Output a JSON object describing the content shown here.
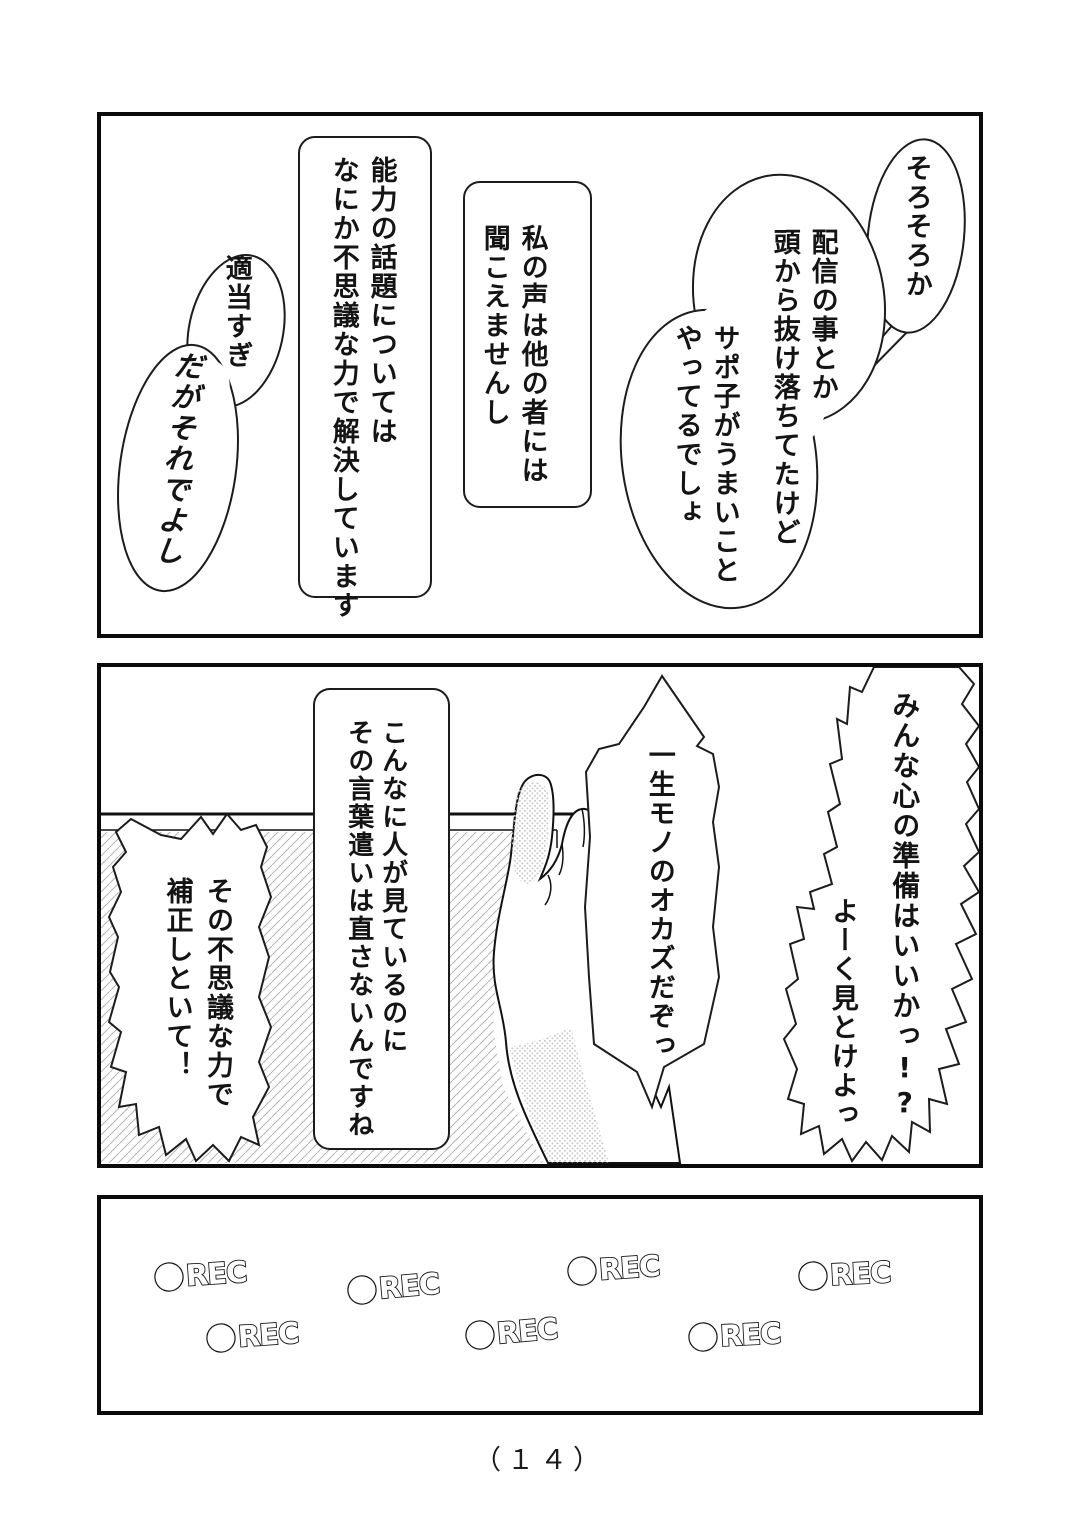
{
  "page": {
    "type_label": "manga-page",
    "page_number": "（１４）"
  },
  "panel1": {
    "bubbles": [
      {
        "id": "sorosoro",
        "text": "そろそろか"
      },
      {
        "id": "haishin",
        "text": "配信の事とか\n頭から抜け落ちてたけど"
      },
      {
        "id": "sapoko",
        "text": "サポ子がうまいこと\nやってるでしょ"
      },
      {
        "id": "voice",
        "text": "私の声は他の者には\n聞こえませんし"
      },
      {
        "id": "nouryoku",
        "text": "能力の話題については\nなにか不思議な力で解決しています"
      },
      {
        "id": "tekitou",
        "text": "適当すぎ"
      },
      {
        "id": "daga",
        "text": "だがそれでよし"
      }
    ]
  },
  "panel2": {
    "bubbles": [
      {
        "id": "minna",
        "text": "みんな心の準備はいいかっ!?"
      },
      {
        "id": "yoku",
        "text": "よーく見とけよっ"
      },
      {
        "id": "isshou",
        "text": "一生モノのオカズだぞっ"
      },
      {
        "id": "konna",
        "text": "こんなに人が見ているのに\nその言葉遣いは直さないんですね"
      },
      {
        "id": "hosei",
        "text": "その不思議な力で\n補正しといて！"
      }
    ]
  },
  "panel3": {
    "rec_label": "REC",
    "rec_count": 7
  },
  "colors": {
    "ink": "#111111",
    "paper": "#ffffff",
    "tone_gray": "#c9c9c9",
    "hatch_gray": "#b5b5b5"
  }
}
